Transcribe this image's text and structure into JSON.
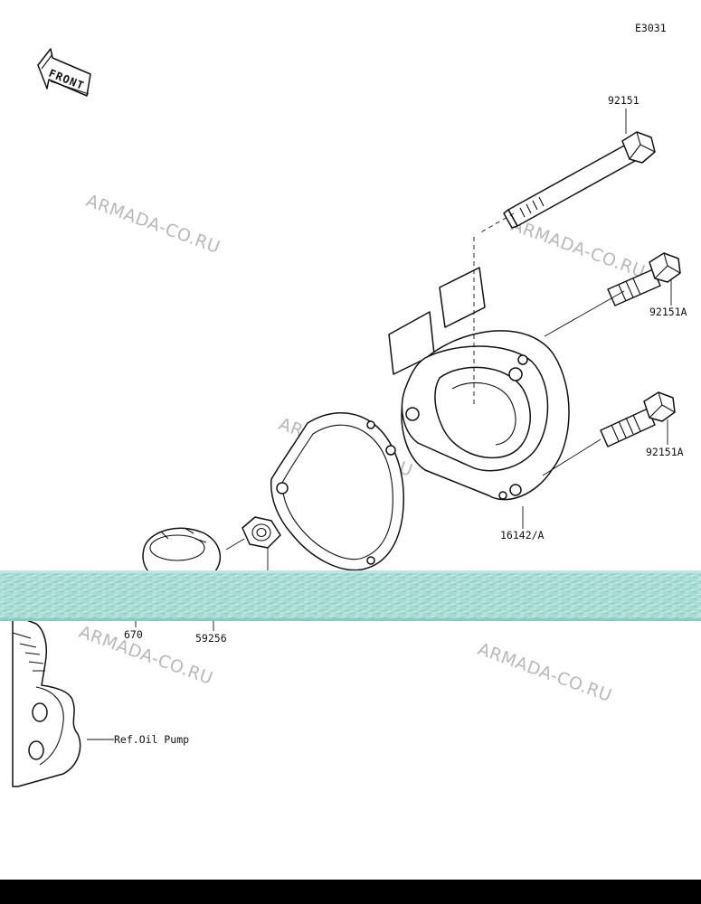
{
  "diagram": {
    "code": "E3031",
    "front_label": "FRONT",
    "watermark": "ARMADA-CO.RU",
    "parts": [
      {
        "number": "92151"
      },
      {
        "number": "92151A"
      },
      {
        "number": "92151A"
      },
      {
        "number": "16142/A"
      },
      {
        "number": "670"
      },
      {
        "number": "59256"
      }
    ],
    "reference": "Ref.Oil Pump",
    "colors": {
      "overlay_band": "#9fd8d0",
      "watermark": "#b9b9b9"
    }
  }
}
